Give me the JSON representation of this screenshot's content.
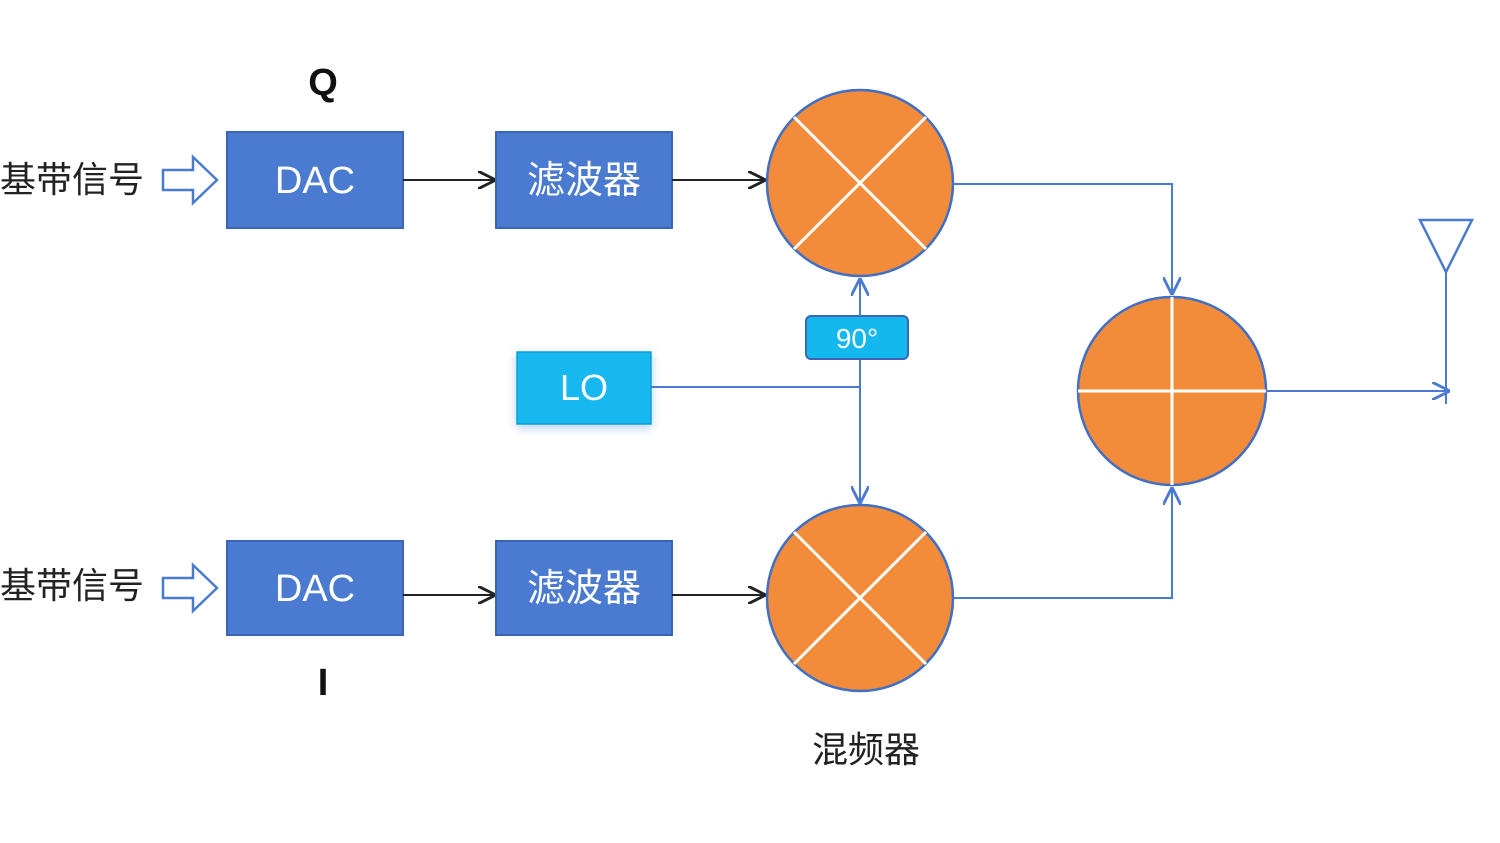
{
  "colors": {
    "block_fill": "#4a7bd0",
    "block_stroke": "#3a66b5",
    "mixer_fill": "#f28b3a",
    "mixer_stroke": "#3f6fc6",
    "lo_fill": "#14b8ef",
    "wire": "#4a7bd0",
    "arrow_black": "#222222",
    "background": "#ffffff"
  },
  "q_path": {
    "channel_label": "Q",
    "input_label": "基带信号",
    "dac_label": "DAC",
    "filter_label": "滤波器"
  },
  "i_path": {
    "channel_label": "I",
    "input_label": "基带信号",
    "dac_label": "DAC",
    "filter_label": "滤波器"
  },
  "lo": {
    "label": "LO"
  },
  "phase_shift": {
    "label": "90°"
  },
  "mixer": {
    "caption": "混频器"
  },
  "icons": {
    "mixer": "multiplier-x-circle",
    "combiner": "adder-plus-circle",
    "antenna": "antenna-icon",
    "input_arrow": "hollow-arrow-icon"
  }
}
